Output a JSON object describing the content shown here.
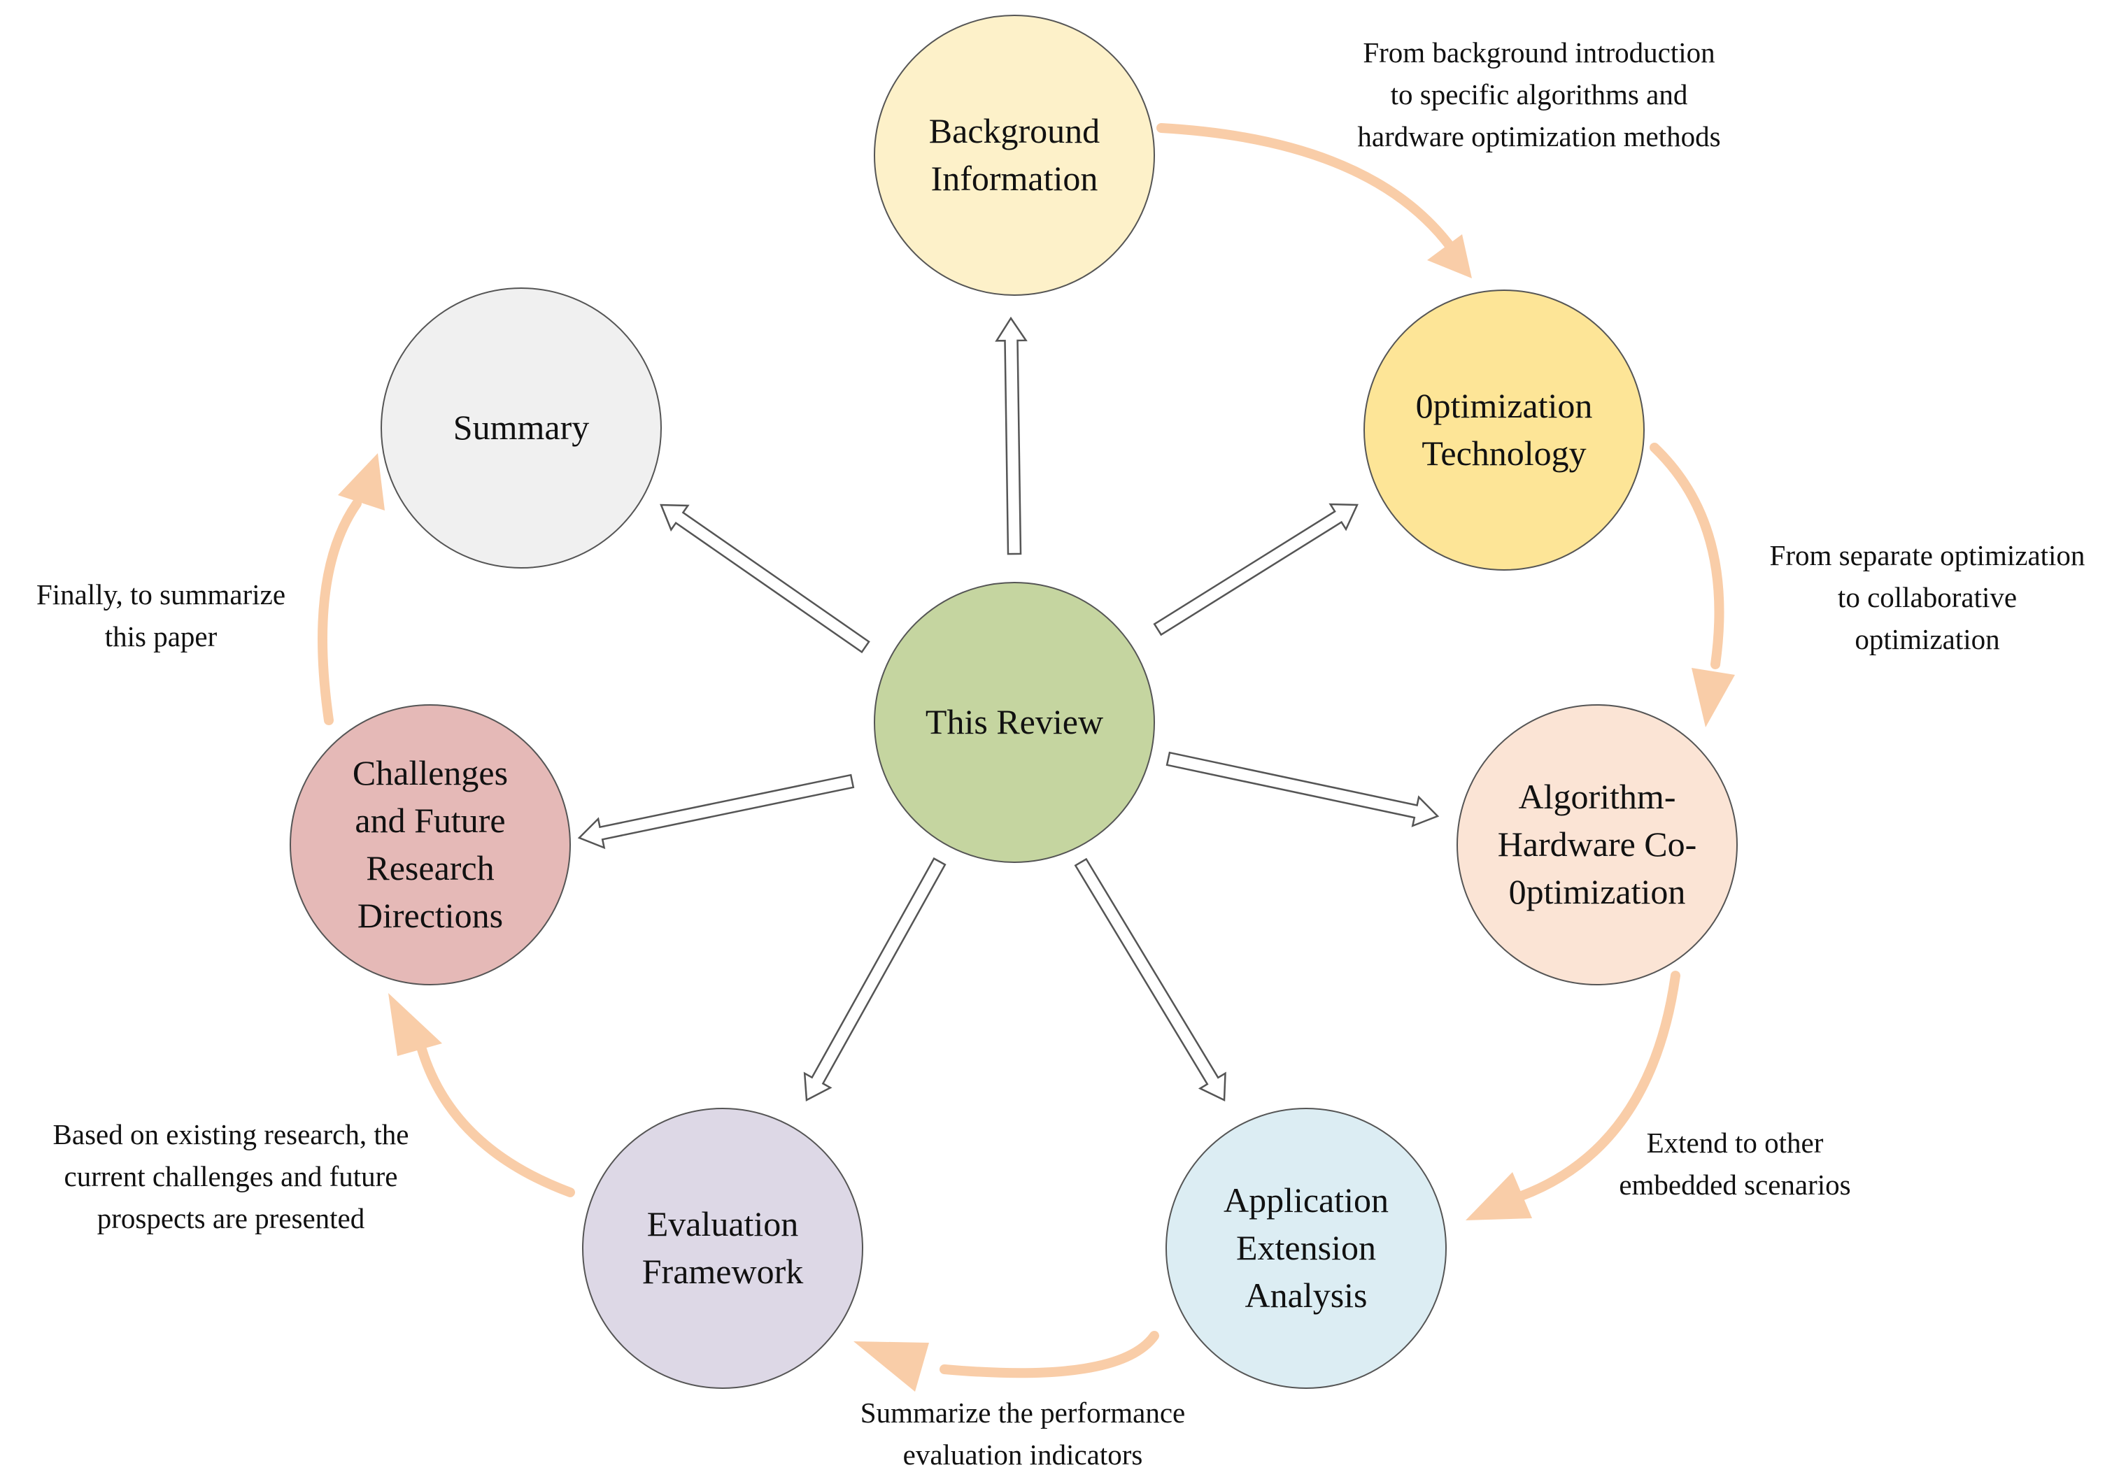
{
  "colors": {
    "center": "#c5d5a0",
    "background": "#fdf1c9",
    "optimization": "#fde597",
    "codesign": "#fbe4d5",
    "application": "#dcedf3",
    "evaluation": "#ddd8e6",
    "challenges": "#e5b9b7",
    "summary": "#f0f0f0",
    "flow_arrow": "#f9cda8",
    "outline": "#555555"
  },
  "nodes": {
    "center": {
      "lines": [
        "This Review"
      ]
    },
    "background": {
      "lines": [
        "Background",
        "Information"
      ]
    },
    "optimization": {
      "lines": [
        "0ptimization",
        "Technology"
      ]
    },
    "codesign": {
      "lines": [
        "Algorithm-",
        "Hardware Co-",
        "0ptimization"
      ]
    },
    "application": {
      "lines": [
        "Application",
        "Extension",
        "Analysis"
      ]
    },
    "evaluation": {
      "lines": [
        "Evaluation",
        "Framework"
      ]
    },
    "challenges": {
      "lines": [
        "Challenges",
        "and Future",
        "Research",
        "Directions"
      ]
    },
    "summary": {
      "lines": [
        "Summary"
      ]
    }
  },
  "captions": {
    "background_to_optimization": [
      "From background introduction",
      "to specific algorithms and",
      "hardware optimization methods"
    ],
    "optimization_to_codesign": [
      "From separate optimization",
      "to collaborative",
      "optimization"
    ],
    "codesign_to_application": [
      "Extend to other",
      "embedded scenarios"
    ],
    "application_to_evaluation": [
      "Summarize the performance",
      "evaluation indicators"
    ],
    "evaluation_to_challenges": [
      "Based on existing research, the",
      "current challenges and future",
      "prospects are presented"
    ],
    "challenges_to_summary": [
      "Finally, to summarize",
      "this paper"
    ]
  }
}
